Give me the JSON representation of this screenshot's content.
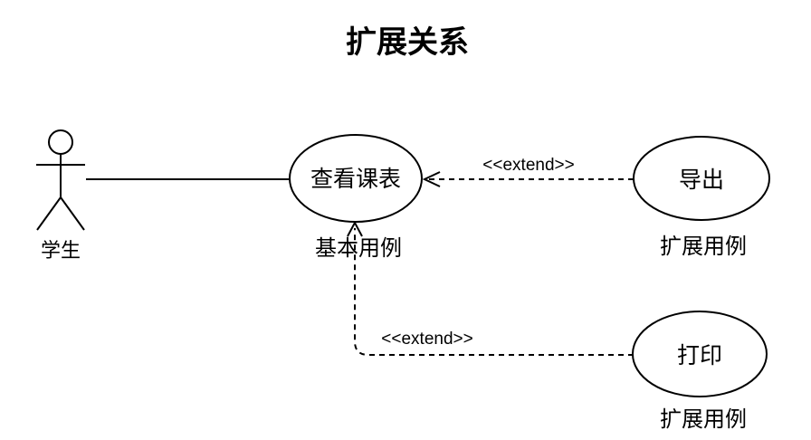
{
  "title": "扩展关系",
  "colors": {
    "stroke": "#000000",
    "text": "#000000",
    "background": "#ffffff"
  },
  "actor": {
    "label": "学生"
  },
  "use_cases": {
    "base": {
      "label": "查看课表",
      "caption": "基本用例"
    },
    "export": {
      "label": "导出",
      "caption": "扩展用例"
    },
    "print": {
      "label": "打印",
      "caption": "扩展用例"
    }
  },
  "connections": {
    "actor_to_base": {
      "type": "association"
    },
    "export_to_base": {
      "type": "extend",
      "label": "<<extend>>"
    },
    "print_to_base": {
      "type": "extend",
      "label": "<<extend>>"
    }
  }
}
